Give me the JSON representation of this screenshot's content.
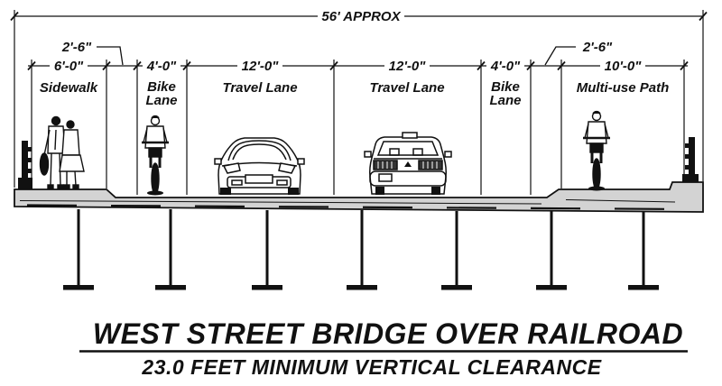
{
  "drawing": {
    "overall": {
      "dim": "56' APPROX"
    },
    "offsets": {
      "left": "2'-6\"",
      "right": "2'-6\""
    },
    "segments": [
      {
        "dim": "6'-0\"",
        "label": "Sidewalk"
      },
      {
        "dim": "4'-0\"",
        "label1": "Bike",
        "label2": "Lane"
      },
      {
        "dim": "12'-0\"",
        "label": "Travel Lane"
      },
      {
        "dim": "12'-0\"",
        "label": "Travel Lane"
      },
      {
        "dim": "4'-0\"",
        "label1": "Bike",
        "label2": "Lane"
      },
      {
        "dim": "10'-0\"",
        "label": "Multi-use Path"
      }
    ],
    "title": "WEST STREET BRIDGE OVER RAILROAD",
    "subtitle": "23.0 FEET MINIMUM VERTICAL CLEARANCE",
    "colors": {
      "ink": "#111111",
      "deck_fill": "#d3d3d3"
    }
  }
}
